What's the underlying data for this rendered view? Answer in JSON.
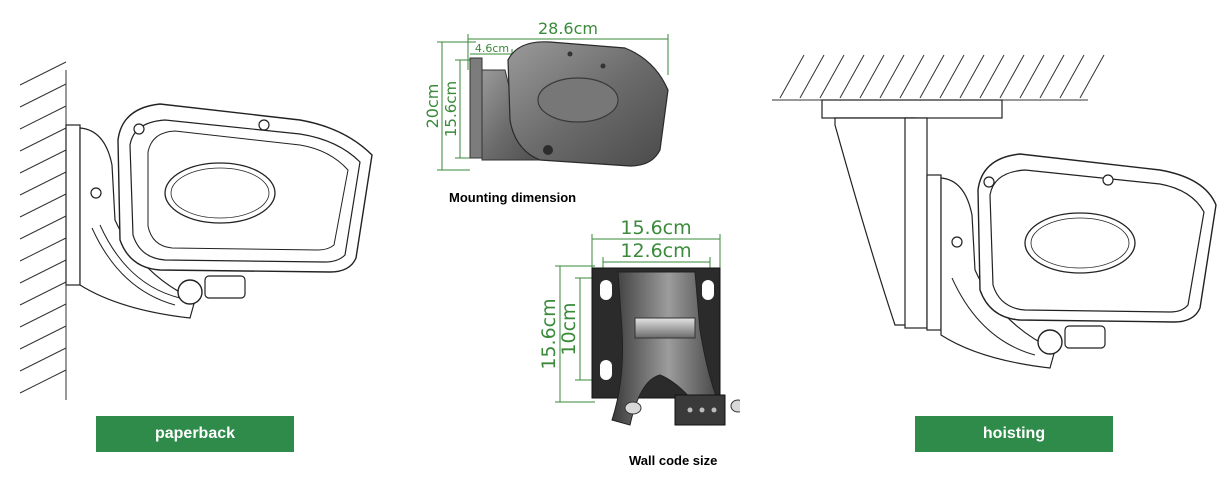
{
  "left_panel": {
    "label": "paperback"
  },
  "right_panel": {
    "label": "hoisting"
  },
  "mounting": {
    "caption": "Mounting dimension",
    "width_label": "28.6cm",
    "offset_label": "4.6cm",
    "height_label": "20cm",
    "inner_height_label": "15.6cm"
  },
  "wall_code": {
    "caption": "Wall code size",
    "outer_width_label": "15.6cm",
    "inner_width_label": "12.6cm",
    "outer_height_label": "15.6cm",
    "inner_height_label": "10cm"
  },
  "colors": {
    "label_bg": "#2e8b4a",
    "dimension_lines": "#3a8a3a"
  }
}
